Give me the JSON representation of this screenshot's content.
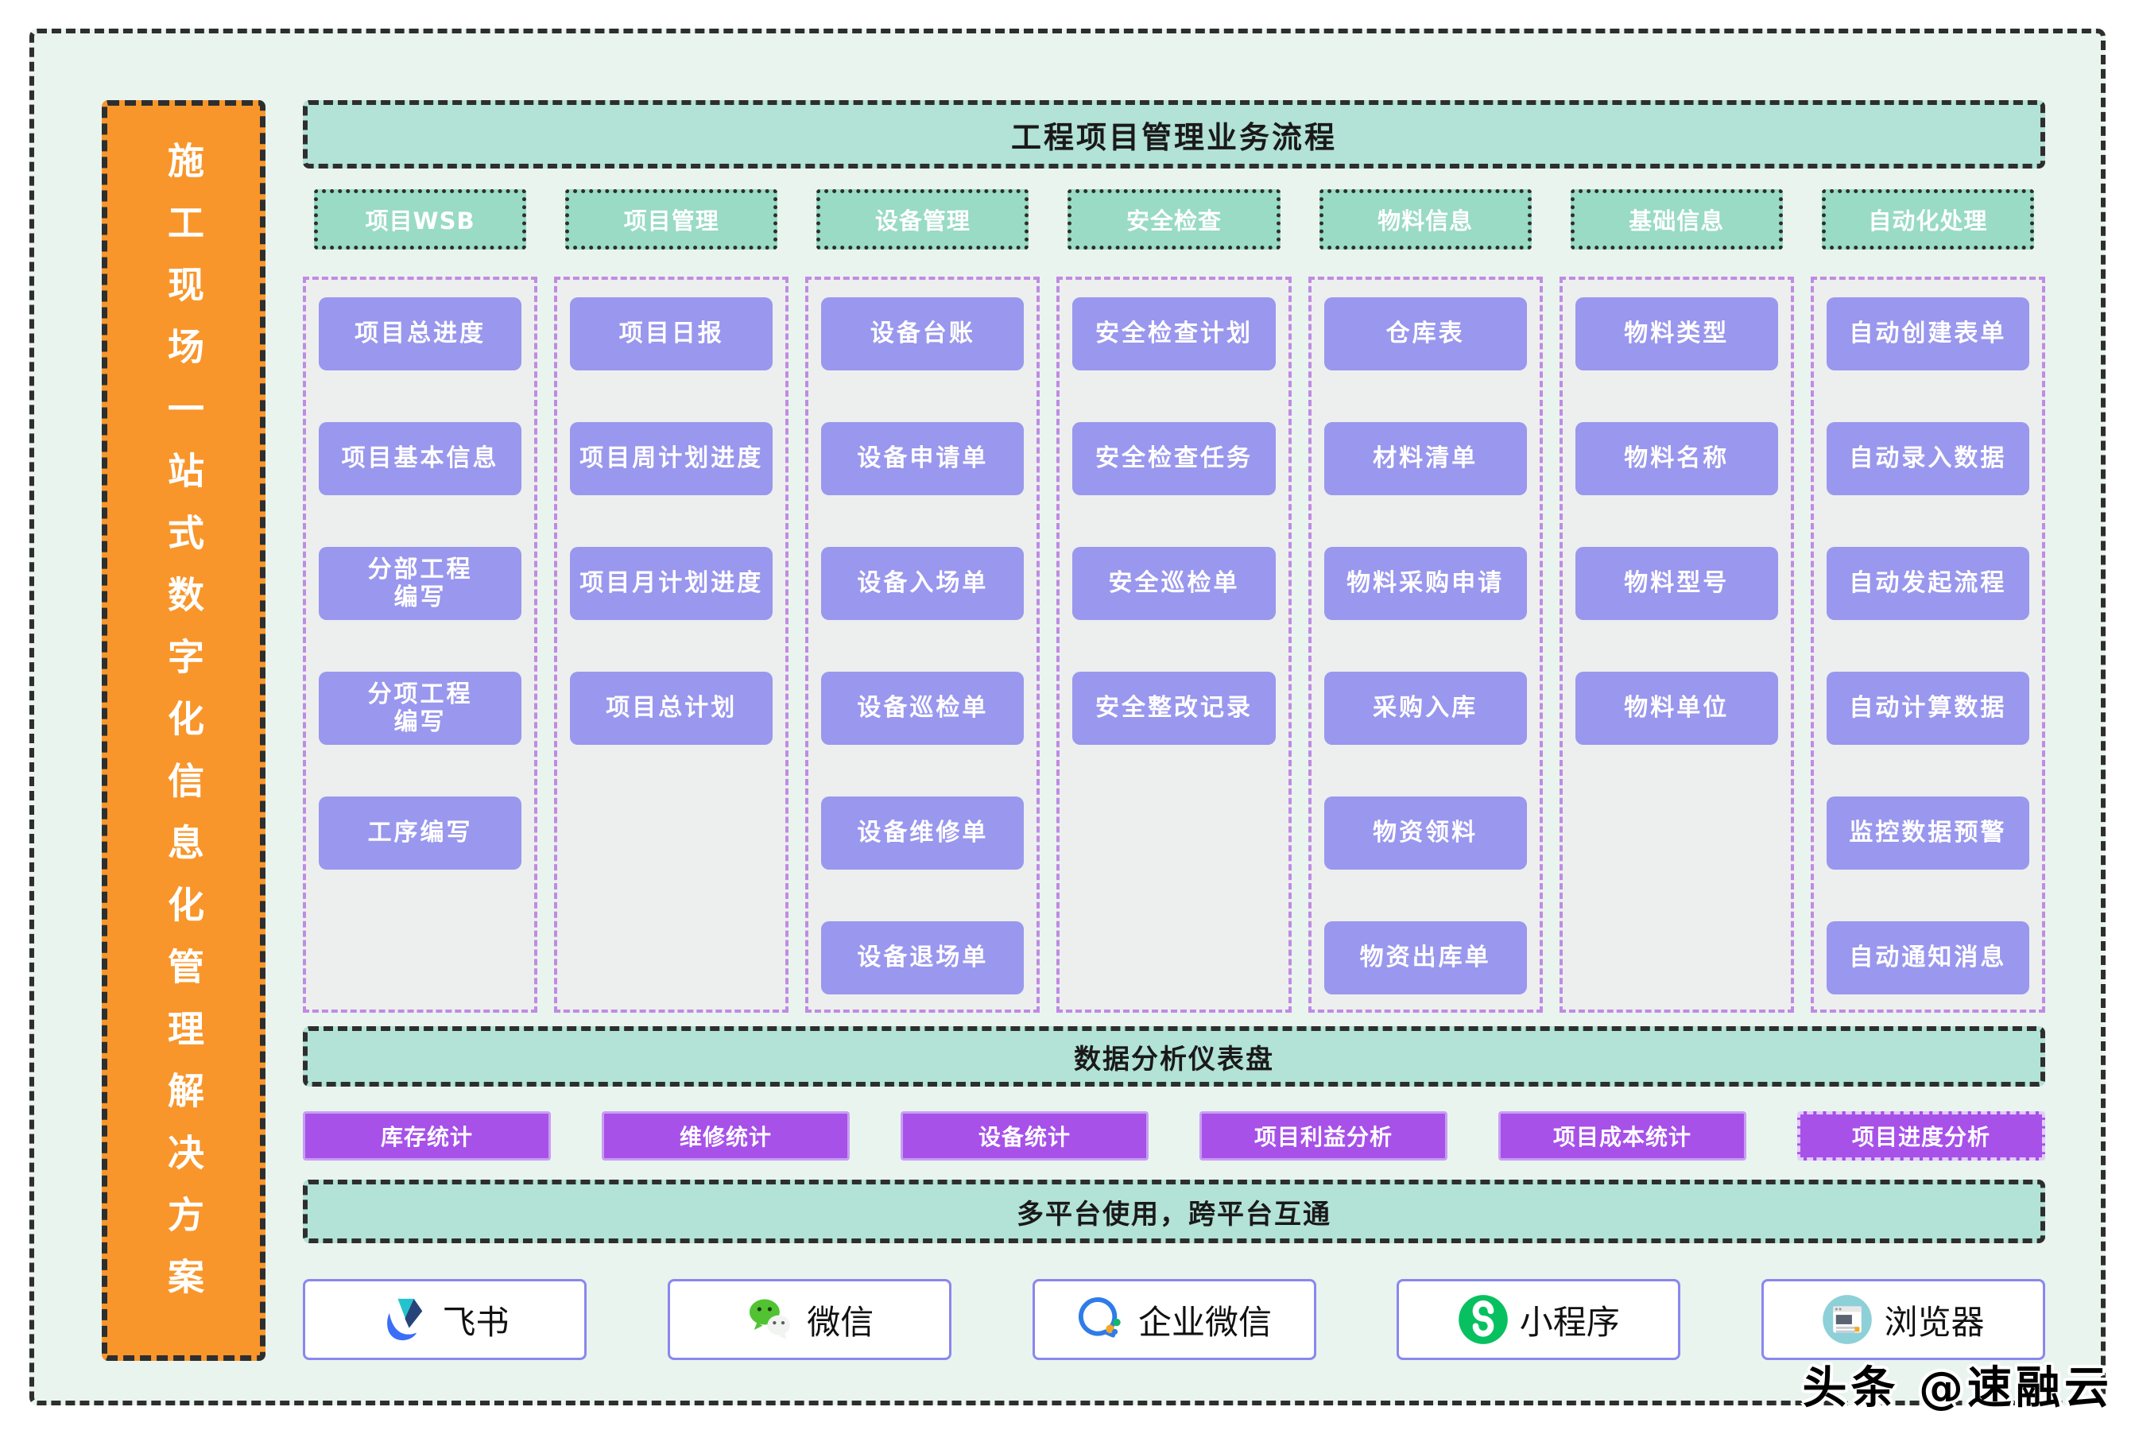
{
  "sidebar": {
    "title": "施工现场一站式数字化信息化管理解决方案"
  },
  "header": {
    "title": "工程项目管理业务流程"
  },
  "columns": [
    {
      "header": "项目WSB",
      "items": [
        "项目总进度",
        "项目基本信息",
        "分部工程\n编写",
        "分项工程\n编写",
        "工序编写"
      ]
    },
    {
      "header": "项目管理",
      "items": [
        "项目日报",
        "项目周计划进度",
        "项目月计划进度",
        "项目总计划"
      ]
    },
    {
      "header": "设备管理",
      "items": [
        "设备台账",
        "设备申请单",
        "设备入场单",
        "设备巡检单",
        "设备维修单",
        "设备退场单"
      ]
    },
    {
      "header": "安全检查",
      "items": [
        "安全检查计划",
        "安全检查任务",
        "安全巡检单",
        "安全整改记录"
      ]
    },
    {
      "header": "物料信息",
      "items": [
        "仓库表",
        "材料清单",
        "物料采购申请",
        "采购入库",
        "物资领料",
        "物资出库单"
      ]
    },
    {
      "header": "基础信息",
      "items": [
        "物料类型",
        "物料名称",
        "物料型号",
        "物料单位"
      ]
    },
    {
      "header": "自动化处理",
      "items": [
        "自动创建表单",
        "自动录入数据",
        "自动发起流程",
        "自动计算数据",
        "监控数据预警",
        "自动通知消息"
      ]
    }
  ],
  "dashboard": {
    "title": "数据分析仪表盘",
    "buttons": [
      "库存统计",
      "维修统计",
      "设备统计",
      "项目利益分析",
      "项目成本统计",
      "项目进度分析"
    ]
  },
  "platform_band": {
    "title": "多平台使用，跨平台互通"
  },
  "platforms": [
    {
      "label": "飞书",
      "icon": "feishu-icon"
    },
    {
      "label": "微信",
      "icon": "wechat-icon"
    },
    {
      "label": "企业微信",
      "icon": "wecom-icon"
    },
    {
      "label": "小程序",
      "icon": "miniprogram-icon"
    },
    {
      "label": "浏览器",
      "icon": "browser-icon"
    }
  ],
  "watermark": "头条 @速融云",
  "colors": {
    "background": "#e9f4ee",
    "sidebar_orange": "#f8962b",
    "band_teal": "#b3e2d6",
    "column_header_green": "#99dbc5",
    "item_purple": "#9a97ee",
    "panel_gray": "#ecefee",
    "panel_border_purple": "#c08be4",
    "analytics_purple": "#a751e9",
    "platform_border": "#8a87ef",
    "dash_border": "#2e2e2e"
  }
}
